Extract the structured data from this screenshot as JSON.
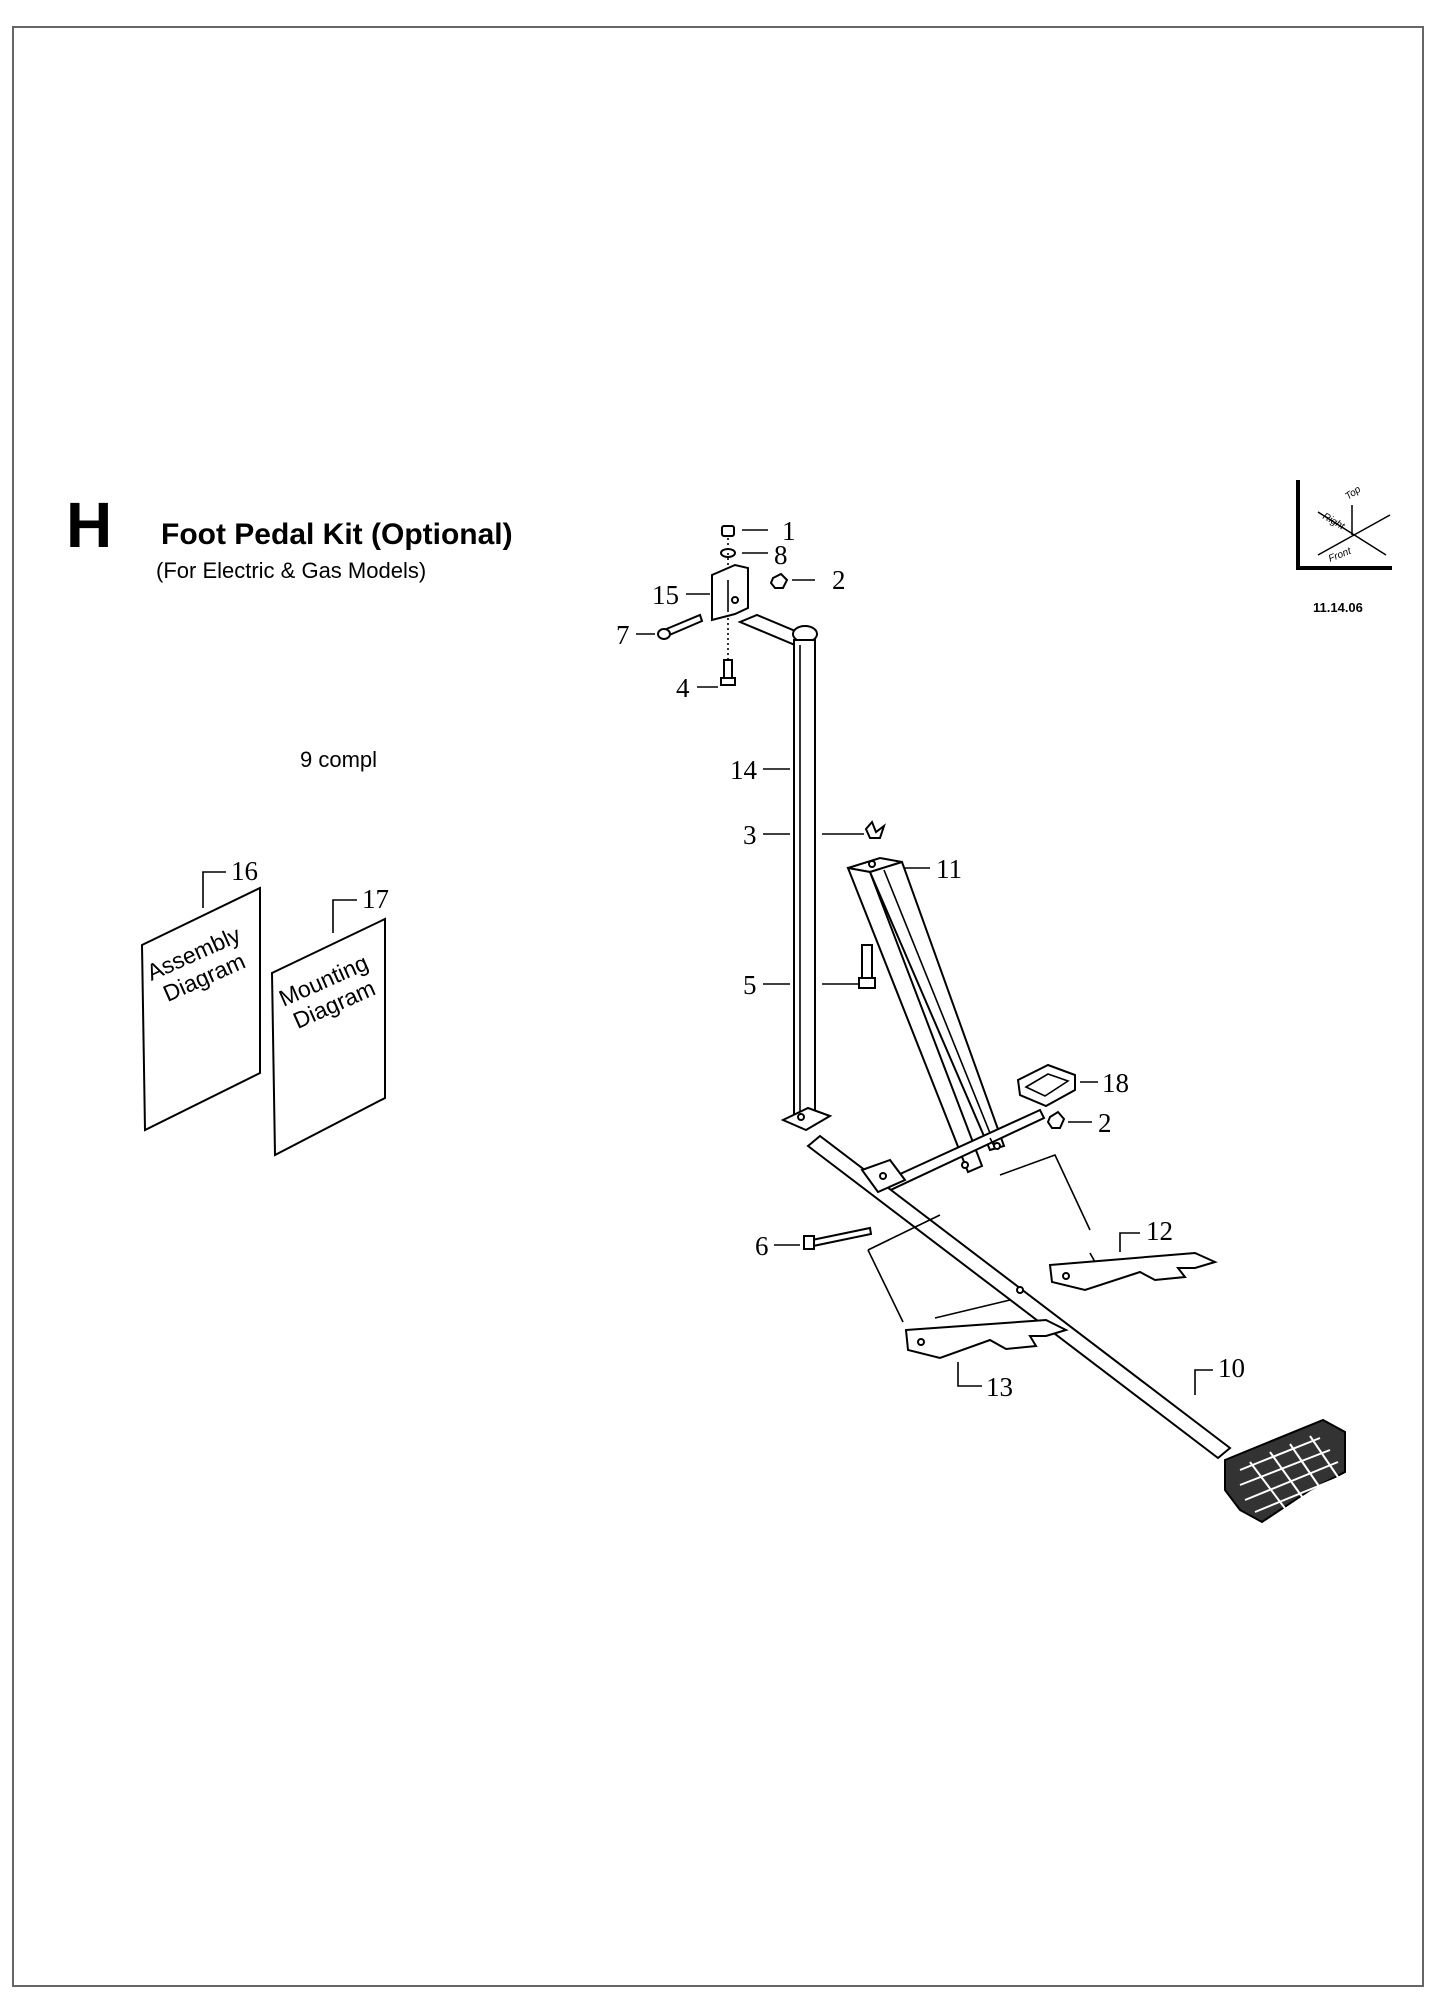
{
  "section": {
    "letter": "H",
    "title": "Foot Pedal Kit (Optional)",
    "subtitle": "(For Electric & Gas Models)",
    "compl_note": "9 compl"
  },
  "documents": {
    "assembly": {
      "ref": "16",
      "line1": "Assembly",
      "line2": "Diagram"
    },
    "mounting": {
      "ref": "17",
      "line1": "Mounting",
      "line2": "Diagram"
    }
  },
  "orientation": {
    "top": "Top",
    "right": "Right",
    "front": "Front",
    "date": "11.14.06"
  },
  "callouts": {
    "c1": "1",
    "c8": "8",
    "c2a": "2",
    "c15": "15",
    "c7": "7",
    "c4": "4",
    "c14": "14",
    "c3": "3",
    "c11": "11",
    "c5": "5",
    "c18": "18",
    "c2b": "2",
    "c6": "6",
    "c12": "12",
    "c13": "13",
    "c10": "10"
  }
}
